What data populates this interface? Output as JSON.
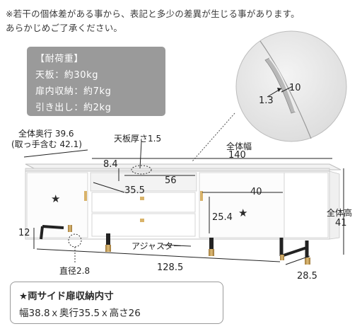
{
  "note": {
    "line1": "※若干の個体差がある事から、表記と多少の差異が生じる事があります。",
    "line2": "あらかじめご了承ください。"
  },
  "load": {
    "title": "【耐荷重】",
    "top": "天板：約30kg",
    "door": "扉内収納：約7kg",
    "drawer": "引き出し：約2kg"
  },
  "detail": {
    "d10": "10",
    "d13": "1.3"
  },
  "dims": {
    "depth_label": "全体奥行 39.6",
    "depth_handle": "(取っ手含む 42.1)",
    "top_thick": "天板厚さ1.5",
    "width_label": "全体幅",
    "width_value": "140",
    "d84": "8.4",
    "d56": "56",
    "d355": "35.5",
    "d40": "40",
    "d254": "25.4",
    "height_label": "全体高",
    "height_value": "41",
    "d12": "12",
    "adjuster": "アジャスター",
    "diameter": "直径2.8",
    "d1285": "128.5",
    "d285": "28.5"
  },
  "spec": {
    "title": "★両サイド扉収納内寸",
    "size": "幅38.8ｘ奥行35.5ｘ高さ26"
  },
  "star": "★"
}
